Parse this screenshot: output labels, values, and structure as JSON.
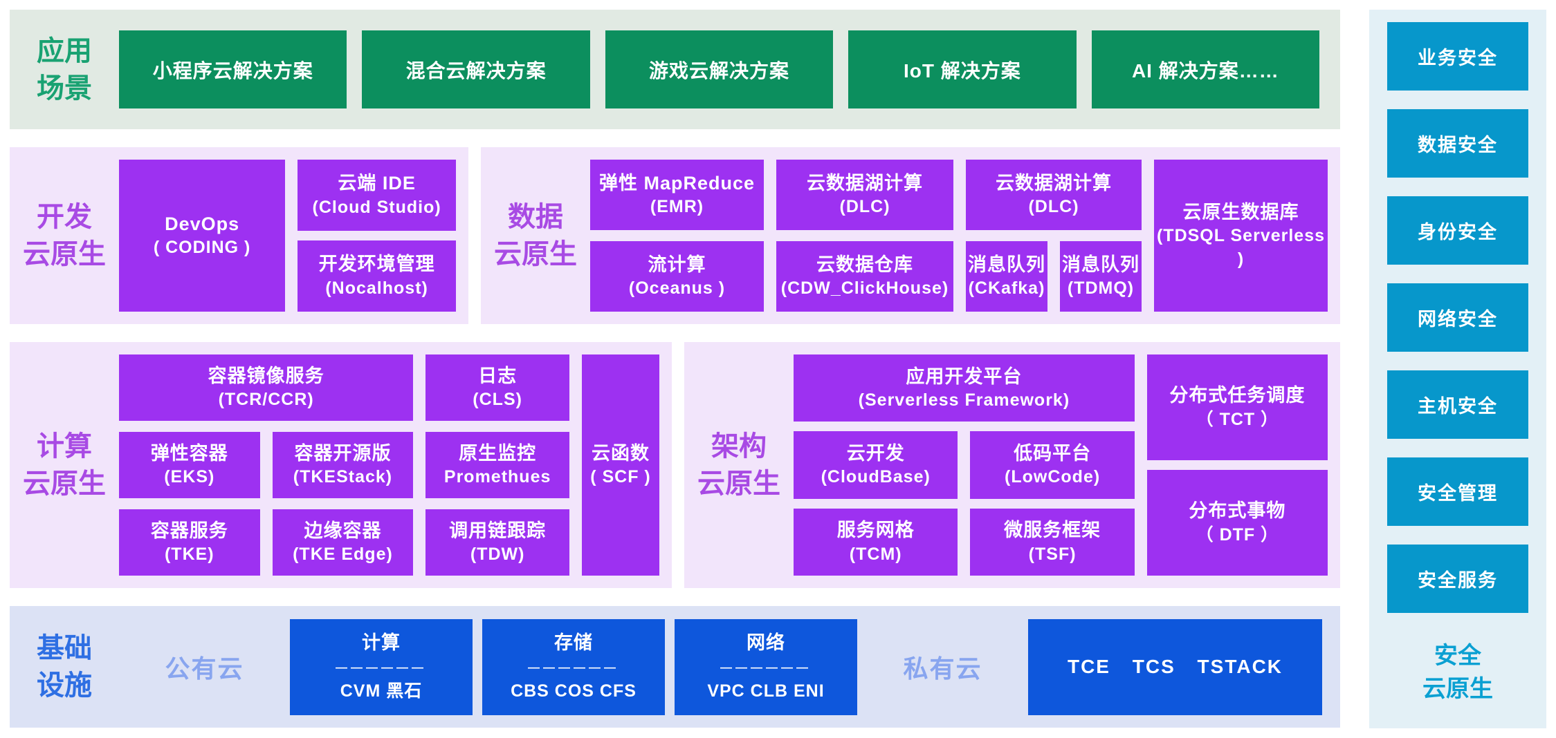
{
  "colors": {
    "green_box": "#0C8F5E",
    "green_section_bg": "#E1EAE3",
    "green_label": "#19A272",
    "purple_box": "#9D31F1",
    "purple_section_bg": "#F2E5FB",
    "purple_label": "#A84AE4",
    "blue_box": "#0E57DC",
    "infra_section_bg": "#DCE2F5",
    "infra_label": "#2E6FE3",
    "cloud_type_label": "#88A5EF",
    "cyan_box": "#0797CB",
    "security_section_bg": "#E3F0F6",
    "security_label": "#0AA0D2"
  },
  "app_scenarios": {
    "label_lines": [
      "应用",
      "场景"
    ],
    "items": [
      "小程序云解决方案",
      "混合云解决方案",
      "游戏云解决方案",
      "IoT 解决方案",
      "AI 解决方案……"
    ]
  },
  "dev": {
    "label_lines": [
      "开发",
      "云原生"
    ],
    "devops": {
      "title": "DevOps",
      "sub": "( CODING )"
    },
    "cloud_ide": {
      "title": "云端 IDE",
      "sub": "(Cloud Studio)"
    },
    "nocalhost": {
      "title": "开发环境管理",
      "sub": "(Nocalhost)"
    }
  },
  "data": {
    "label_lines": [
      "数据",
      "云原生"
    ],
    "emr": {
      "title": "弹性 MapReduce",
      "sub": "(EMR)"
    },
    "dlc1": {
      "title": "云数据湖计算",
      "sub": "(DLC)"
    },
    "dlc2": {
      "title": "云数据湖计算",
      "sub": "(DLC)"
    },
    "tdsql": {
      "title": "云原生数据库",
      "sub": "(TDSQL Serverless )"
    },
    "oceanus": {
      "title": "流计算",
      "sub": "(Oceanus )"
    },
    "cdw": {
      "title": "云数据仓库",
      "sub": "(CDW_ClickHouse)"
    },
    "ckafka": {
      "title": "消息队列",
      "sub": "(CKafka)"
    },
    "tdmq": {
      "title": "消息队列",
      "sub": "(TDMQ)"
    }
  },
  "compute": {
    "label_lines": [
      "计算",
      "云原生"
    ],
    "tcr": {
      "title": "容器镜像服务",
      "sub": "(TCR/CCR)"
    },
    "cls": {
      "title": "日志",
      "sub": "(CLS)"
    },
    "scf": {
      "title": "云函数",
      "sub": "( SCF )"
    },
    "eks": {
      "title": "弹性容器",
      "sub": "(EKS)"
    },
    "tkestack": {
      "title": "容器开源版",
      "sub": "(TKEStack)"
    },
    "prometheus": {
      "title": "原生监控",
      "sub": "Promethues"
    },
    "tke": {
      "title": "容器服务",
      "sub": "(TKE)"
    },
    "tke_edge": {
      "title": "边缘容器",
      "sub": "(TKE Edge)"
    },
    "tdw": {
      "title": "调用链跟踪",
      "sub": "(TDW)"
    }
  },
  "arch": {
    "label_lines": [
      "架构",
      "云原生"
    ],
    "serverless": {
      "title": "应用开发平台",
      "sub": "(Serverless Framework)"
    },
    "tct": {
      "title": "分布式任务调度",
      "sub": "（ TCT ）"
    },
    "cloudbase": {
      "title": "云开发",
      "sub": "(CloudBase)"
    },
    "lowcode": {
      "title": "低码平台",
      "sub": "(LowCode)"
    },
    "dtf": {
      "title": "分布式事物",
      "sub": "（ DTF ）"
    },
    "tcm": {
      "title": "服务网格",
      "sub": "(TCM)"
    },
    "tsf": {
      "title": "微服务框架",
      "sub": "(TSF)"
    }
  },
  "infrastructure": {
    "label_lines": [
      "基础",
      "设施"
    ],
    "public_cloud": "公有云",
    "private_cloud": "私有云",
    "compute_box": {
      "title": "计算",
      "divider": "——————",
      "sub": "CVM 黑石"
    },
    "storage_box": {
      "title": "存储",
      "divider": "——————",
      "sub": "CBS COS CFS"
    },
    "network_box": {
      "title": "网络",
      "divider": "——————",
      "sub": "VPC CLB ENI"
    },
    "private_stack": "TCE TCS TSTACK"
  },
  "security": {
    "label_lines": [
      "安全",
      "云原生"
    ],
    "items": [
      "业务安全",
      "数据安全",
      "身份安全",
      "网络安全",
      "主机安全",
      "安全管理",
      "安全服务"
    ]
  }
}
